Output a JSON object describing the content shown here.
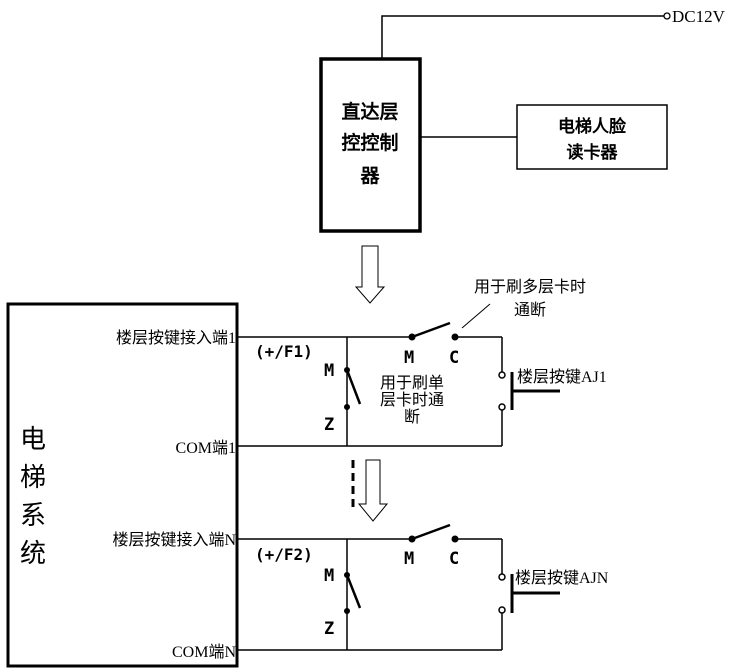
{
  "power": {
    "label": "DC12V"
  },
  "controller": {
    "lines": [
      "直达层",
      "控控制",
      "器"
    ]
  },
  "face_reader": {
    "lines": [
      "电梯人脸",
      "读卡器"
    ]
  },
  "elevator_system": {
    "chars": [
      "电",
      "梯",
      "系",
      "统"
    ]
  },
  "callouts": {
    "multi_floor": [
      "用于刷多层卡时",
      "通断"
    ],
    "single_floor": [
      "用于刷单",
      "层卡时通",
      "断"
    ]
  },
  "group1": {
    "input_label": "楼层按键接入端1",
    "com_label": "COM端1",
    "relay_label": "(+/F1)",
    "button_label": "楼层按键AJ1",
    "contact_m": "M",
    "contact_c": "C",
    "contact_m2": "M",
    "contact_z": "Z"
  },
  "groupN": {
    "input_label": "楼层按键接入端N",
    "com_label": "COM端N",
    "relay_label": "(+/F2)",
    "button_label": "楼层按键AJN",
    "contact_m": "M",
    "contact_c": "C",
    "contact_m2": "M",
    "contact_z": "Z"
  }
}
